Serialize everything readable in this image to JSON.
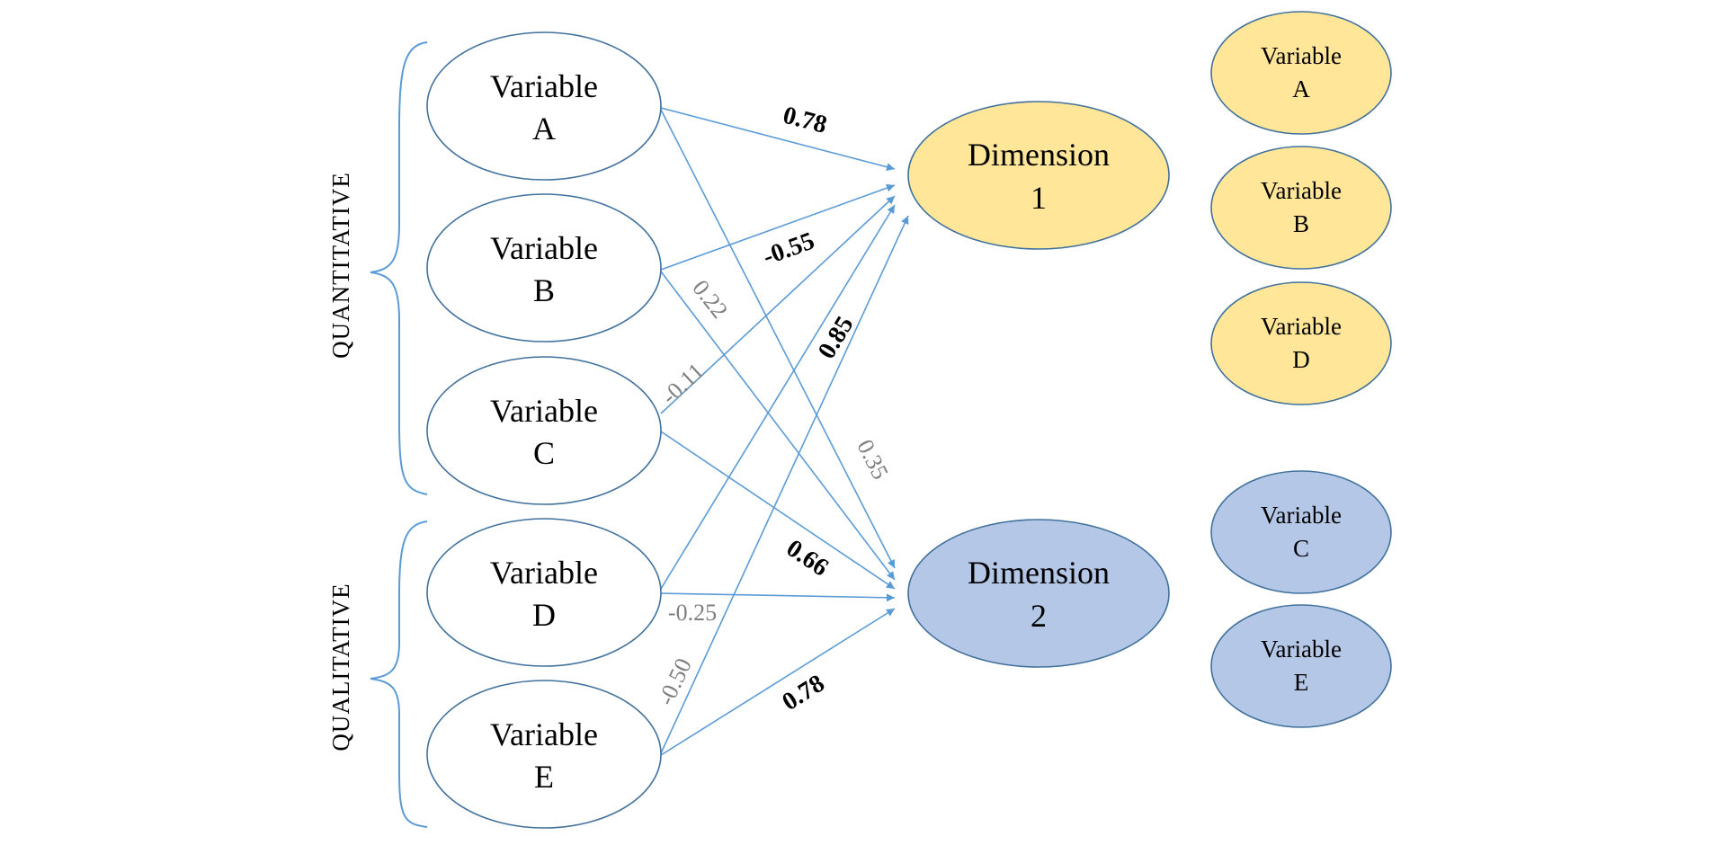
{
  "groups": [
    {
      "label": "QUANTITATIVE"
    },
    {
      "label": "QUALITATIVE"
    }
  ],
  "variables": [
    {
      "line1": "Variable",
      "line2": "A"
    },
    {
      "line1": "Variable",
      "line2": "B"
    },
    {
      "line1": "Variable",
      "line2": "C"
    },
    {
      "line1": "Variable",
      "line2": "D"
    },
    {
      "line1": "Variable",
      "line2": "E"
    }
  ],
  "dimensions": [
    {
      "line1": "Dimension",
      "line2": "1",
      "color": "#ffe699"
    },
    {
      "line1": "Dimension",
      "line2": "2",
      "color": "#b4c7e7"
    }
  ],
  "dimension1_members": [
    {
      "line1": "Variable",
      "line2": "A"
    },
    {
      "line1": "Variable",
      "line2": "B"
    },
    {
      "line1": "Variable",
      "line2": "D"
    }
  ],
  "dimension2_members": [
    {
      "line1": "Variable",
      "line2": "C"
    },
    {
      "line1": "Variable",
      "line2": "E"
    }
  ],
  "edges": [
    {
      "from": "A",
      "to": "1",
      "weight": "0.78",
      "strong": true
    },
    {
      "from": "A",
      "to": "2",
      "weight": "0.35",
      "strong": false
    },
    {
      "from": "B",
      "to": "1",
      "weight": "-0.55",
      "strong": true
    },
    {
      "from": "B",
      "to": "2",
      "weight": "0.22",
      "strong": false
    },
    {
      "from": "C",
      "to": "1",
      "weight": "-0.11",
      "strong": false
    },
    {
      "from": "C",
      "to": "2",
      "weight": "0.66",
      "strong": true
    },
    {
      "from": "D",
      "to": "1",
      "weight": "0.85",
      "strong": true
    },
    {
      "from": "D",
      "to": "2",
      "weight": "-0.25",
      "strong": false
    },
    {
      "from": "E",
      "to": "1",
      "weight": "-0.50",
      "strong": false
    },
    {
      "from": "E",
      "to": "2",
      "weight": "0.78",
      "strong": true
    }
  ],
  "colors": {
    "line": "#5b9bd5",
    "outline": "#41719c",
    "weak_text": "#7f7f7f"
  }
}
